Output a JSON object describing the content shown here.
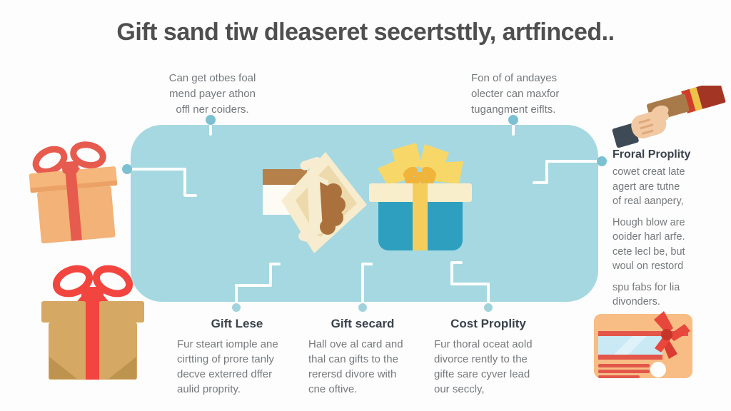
{
  "title": "Gift sand tiw dleaseret secertsttly, artfinced..",
  "colors": {
    "panel_blue": "#a6d8e1",
    "connector_dot": "#7cc1d2",
    "connector_dot_light": "#a2d3db",
    "title_text": "#4f4f4f",
    "heading_text": "#3a434c",
    "body_text": "#76797d",
    "red_ribbon": "#e8554a",
    "orange_gift": "#f3b277",
    "tan_gift": "#d5a863",
    "teal_gift_box": "#2f9fc0",
    "yellow_ribbon": "#f4cd5c",
    "cream": "#f9eecb"
  },
  "icons": {
    "top_left": "gift-box-orange-red-bow-icon",
    "bottom_left": "gift-box-tan-red-bow-icon",
    "top_right": "handshake-icon",
    "bottom_right": "gift-card-ribbon-icon",
    "panel_left": "hand-giving-envelope-icon",
    "panel_right": "teal-gift-box-yellow-bow-icon"
  },
  "callouts": {
    "top_left": {
      "lines": [
        "Can get otbes foal",
        "mend payer athon",
        "offl ner coiders."
      ]
    },
    "top_right": {
      "lines": [
        "Fon of of andayes",
        "olecter can maxfor",
        "tugangment eiflts."
      ]
    },
    "right": {
      "heading": "Froral Proplity",
      "para1_lines": [
        "cowet creat late",
        "agert are tutne",
        "of real aanpery,"
      ],
      "para2_lines": [
        "Hough blow are",
        "ooider harl arfe.",
        "cete lecl be, but",
        "woul on restord"
      ],
      "para3_lines": [
        "spu fabs for lia",
        "divonders."
      ]
    },
    "bottom_left": {
      "heading": "Gift Lese",
      "lines": [
        "Fur steart iomple ane",
        "cirtting of prore tanly",
        "decve exterred dffer",
        "aulid proprity."
      ]
    },
    "bottom_middle": {
      "heading": "Gift secard",
      "lines": [
        "Hall ove al card and",
        "thal can gifts to the",
        "rerersd divore with",
        "cne oftive."
      ]
    },
    "bottom_right": {
      "heading": "Cost Proplity",
      "lines": [
        "Fur thoral oceat aold",
        "divorce rently to the",
        "gifte sare cyver lead",
        "our seccly,"
      ]
    }
  }
}
